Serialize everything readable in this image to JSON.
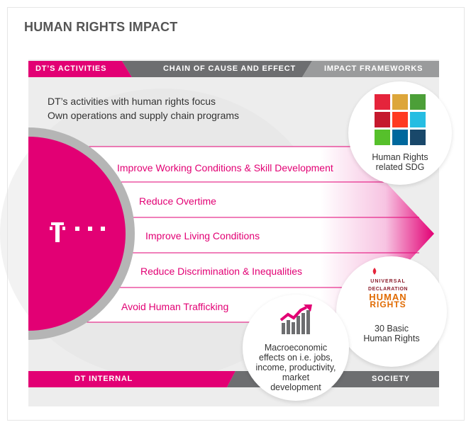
{
  "title": "HUMAN RIGHTS IMPACT",
  "header": {
    "activities": "DT’S ACTIVITIES",
    "chain": "CHAIN OF CAUSE AND EFFECT",
    "frameworks": "IMPACT FRAMEWORKS"
  },
  "intro": {
    "line1": "DT’s activities with human rights focus",
    "line2": "Own operations and supply chain programs"
  },
  "activities": [
    "Improve Working Conditions & Skill Development",
    "Reduce Overtime",
    "Improve Living Conditions",
    "Reduce Discrimination & Inequalities",
    "Avoid Human Trafficking"
  ],
  "logo": "T",
  "frameworks": {
    "sdg": {
      "line1": "Human Rights",
      "line2": "related SDG"
    },
    "udhr": {
      "logo_line1": "UNIVERSAL",
      "logo_line2": "DECLARATION",
      "logo_line3": "HUMAN",
      "logo_line4": "RIGHTS",
      "line1": "30 Basic",
      "line2": "Human Rights"
    },
    "macro": {
      "line1": "Macroeconomic",
      "line2": "effects on i.e. jobs,",
      "line3": "income, productivity,",
      "line4": "market",
      "line5": "development"
    }
  },
  "footer": {
    "internal": "DT INTERNAL",
    "society": "SOCIETY"
  },
  "colors": {
    "magenta": "#e20074",
    "dark_gray": "#6d6e70",
    "panel": "#ededed",
    "text": "#333333"
  }
}
